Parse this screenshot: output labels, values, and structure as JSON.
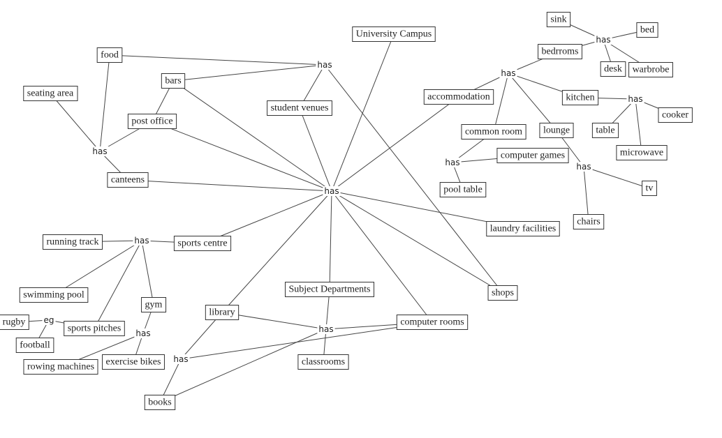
{
  "concepts": {
    "campus": "University Campus",
    "food": "food",
    "bars": "bars",
    "seating": "seating area",
    "venues": "student venues",
    "post": "post office",
    "canteens": "canteens",
    "accom": "accommodation",
    "bedrooms": "bedrroms",
    "sink": "sink",
    "bed": "bed",
    "desk": "desk",
    "wardrobe": "warbrobe",
    "kitchen": "kitchen",
    "cooker": "cooker",
    "table": "table",
    "microwave": "microwave",
    "common": "common room",
    "lounge": "lounge",
    "games": "computer games",
    "pool": "pool table",
    "tv": "tv",
    "chairs": "chairs",
    "laundry": "laundry facilities",
    "shops": "shops",
    "running": "running track",
    "sports": "sports centre",
    "swimming": "swimming pool",
    "gym": "gym",
    "rugby": "rugby",
    "pitches": "sports pitches",
    "football": "football",
    "rowing": "rowing machines",
    "bikes": "exercise bikes",
    "library": "library",
    "depts": "Subject Departments",
    "comprooms": "computer rooms",
    "classrooms": "classrooms",
    "books": "books"
  },
  "links": {
    "h_main": "has",
    "h_venues": "has",
    "h_left": "has",
    "h_accom": "has",
    "h_bed": "has",
    "h_kitchen": "has",
    "h_common": "has",
    "h_lounge": "has",
    "h_sports": "has",
    "h_eg": "eg",
    "h_gym": "has",
    "h_dept": "has",
    "h_lib": "has"
  },
  "edges": [
    [
      "campus",
      "h_main"
    ],
    [
      "venues",
      "h_main"
    ],
    [
      "bars",
      "h_main"
    ],
    [
      "post",
      "h_main"
    ],
    [
      "canteens",
      "h_main"
    ],
    [
      "accom",
      "h_main"
    ],
    [
      "laundry",
      "h_main"
    ],
    [
      "shops",
      "h_main"
    ],
    [
      "sports",
      "h_main"
    ],
    [
      "library",
      "h_main"
    ],
    [
      "depts",
      "h_main"
    ],
    [
      "comprooms",
      "h_main"
    ],
    [
      "food",
      "h_venues"
    ],
    [
      "bars",
      "h_venues"
    ],
    [
      "venues",
      "h_venues"
    ],
    [
      "shops",
      "h_venues"
    ],
    [
      "seating",
      "h_left"
    ],
    [
      "food",
      "h_left"
    ],
    [
      "post",
      "h_left"
    ],
    [
      "canteens",
      "h_left"
    ],
    [
      "bars",
      "post"
    ],
    [
      "accom",
      "h_accom"
    ],
    [
      "bedrooms",
      "h_accom"
    ],
    [
      "common",
      "h_accom"
    ],
    [
      "lounge",
      "h_accom"
    ],
    [
      "kitchen",
      "h_accom"
    ],
    [
      "sink",
      "h_bed"
    ],
    [
      "bed",
      "h_bed"
    ],
    [
      "bedrooms",
      "h_bed"
    ],
    [
      "desk",
      "h_bed"
    ],
    [
      "wardrobe",
      "h_bed"
    ],
    [
      "kitchen",
      "h_kitchen"
    ],
    [
      "table",
      "h_kitchen"
    ],
    [
      "cooker",
      "h_kitchen"
    ],
    [
      "microwave",
      "h_kitchen"
    ],
    [
      "common",
      "h_common"
    ],
    [
      "games",
      "h_common"
    ],
    [
      "pool",
      "h_common"
    ],
    [
      "lounge",
      "h_lounge"
    ],
    [
      "tv",
      "h_lounge"
    ],
    [
      "chairs",
      "h_lounge"
    ],
    [
      "running",
      "h_sports"
    ],
    [
      "sports",
      "h_sports"
    ],
    [
      "swimming",
      "h_sports"
    ],
    [
      "pitches",
      "h_sports"
    ],
    [
      "gym",
      "h_sports"
    ],
    [
      "rugby",
      "h_eg"
    ],
    [
      "pitches",
      "h_eg"
    ],
    [
      "football",
      "h_eg"
    ],
    [
      "gym",
      "h_gym"
    ],
    [
      "rowing",
      "h_gym"
    ],
    [
      "bikes",
      "h_gym"
    ],
    [
      "depts",
      "h_dept"
    ],
    [
      "library",
      "h_dept"
    ],
    [
      "comprooms",
      "h_dept"
    ],
    [
      "classrooms",
      "h_dept"
    ],
    [
      "books",
      "h_dept"
    ],
    [
      "library",
      "h_lib"
    ],
    [
      "books",
      "h_lib"
    ],
    [
      "comprooms",
      "h_lib"
    ]
  ]
}
